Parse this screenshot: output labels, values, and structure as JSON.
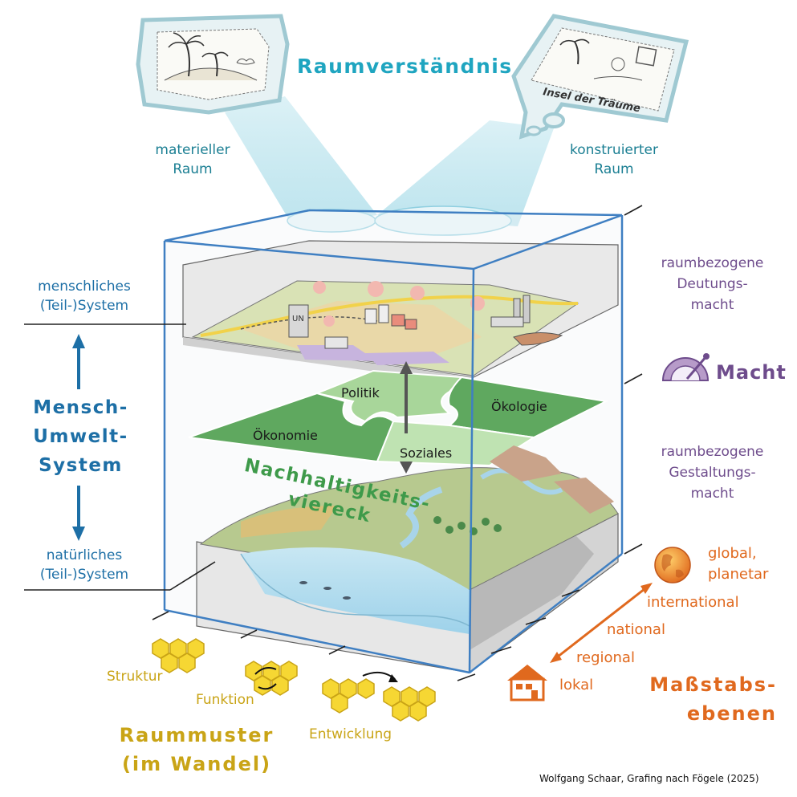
{
  "raum": {
    "title": "Raumverständnis",
    "material": [
      "materieller",
      "Raum"
    ],
    "constructed": [
      "konstruierter",
      "Raum"
    ],
    "postcard_caption": "Insel der Träume"
  },
  "macht": {
    "title": "Macht",
    "deutung": [
      "raumbezogene",
      "Deutungs-",
      "macht"
    ],
    "gestaltung": [
      "raumbezogene",
      "Gestaltungs-",
      "macht"
    ]
  },
  "system": {
    "title": [
      "Mensch-",
      "Umwelt-",
      "System"
    ],
    "human": [
      "menschliches",
      "(Teil-)System"
    ],
    "natural": [
      "natürliches",
      "(Teil-)System"
    ]
  },
  "nachhaltigkeit": {
    "title": [
      "Nachhaltigkeits-",
      "viereck"
    ],
    "pieces": {
      "politik": "Politik",
      "oekologie": "Ökologie",
      "oekonomie": "Ökonomie",
      "soziales": "Soziales"
    }
  },
  "city": {
    "un_label": "UN"
  },
  "scales": {
    "title": [
      "Maßstabs-",
      "ebenen"
    ],
    "levels": [
      "global,",
      "planetar",
      "international",
      "national",
      "regional",
      "lokal"
    ]
  },
  "patterns": {
    "title": [
      "Raummuster",
      "(im Wandel)"
    ],
    "struktur": "Struktur",
    "funktion": "Funktion",
    "entwicklung": "Entwicklung"
  },
  "credit": "Wolfgang Schaar, Grafing nach Fögele (2025)",
  "colors": {
    "teal": "#1fa5c0",
    "purple": "#6e4c8c",
    "blue": "#1d6fa6",
    "orange": "#e0691e",
    "gold": "#c9a416",
    "green": "#3e9a4a"
  }
}
